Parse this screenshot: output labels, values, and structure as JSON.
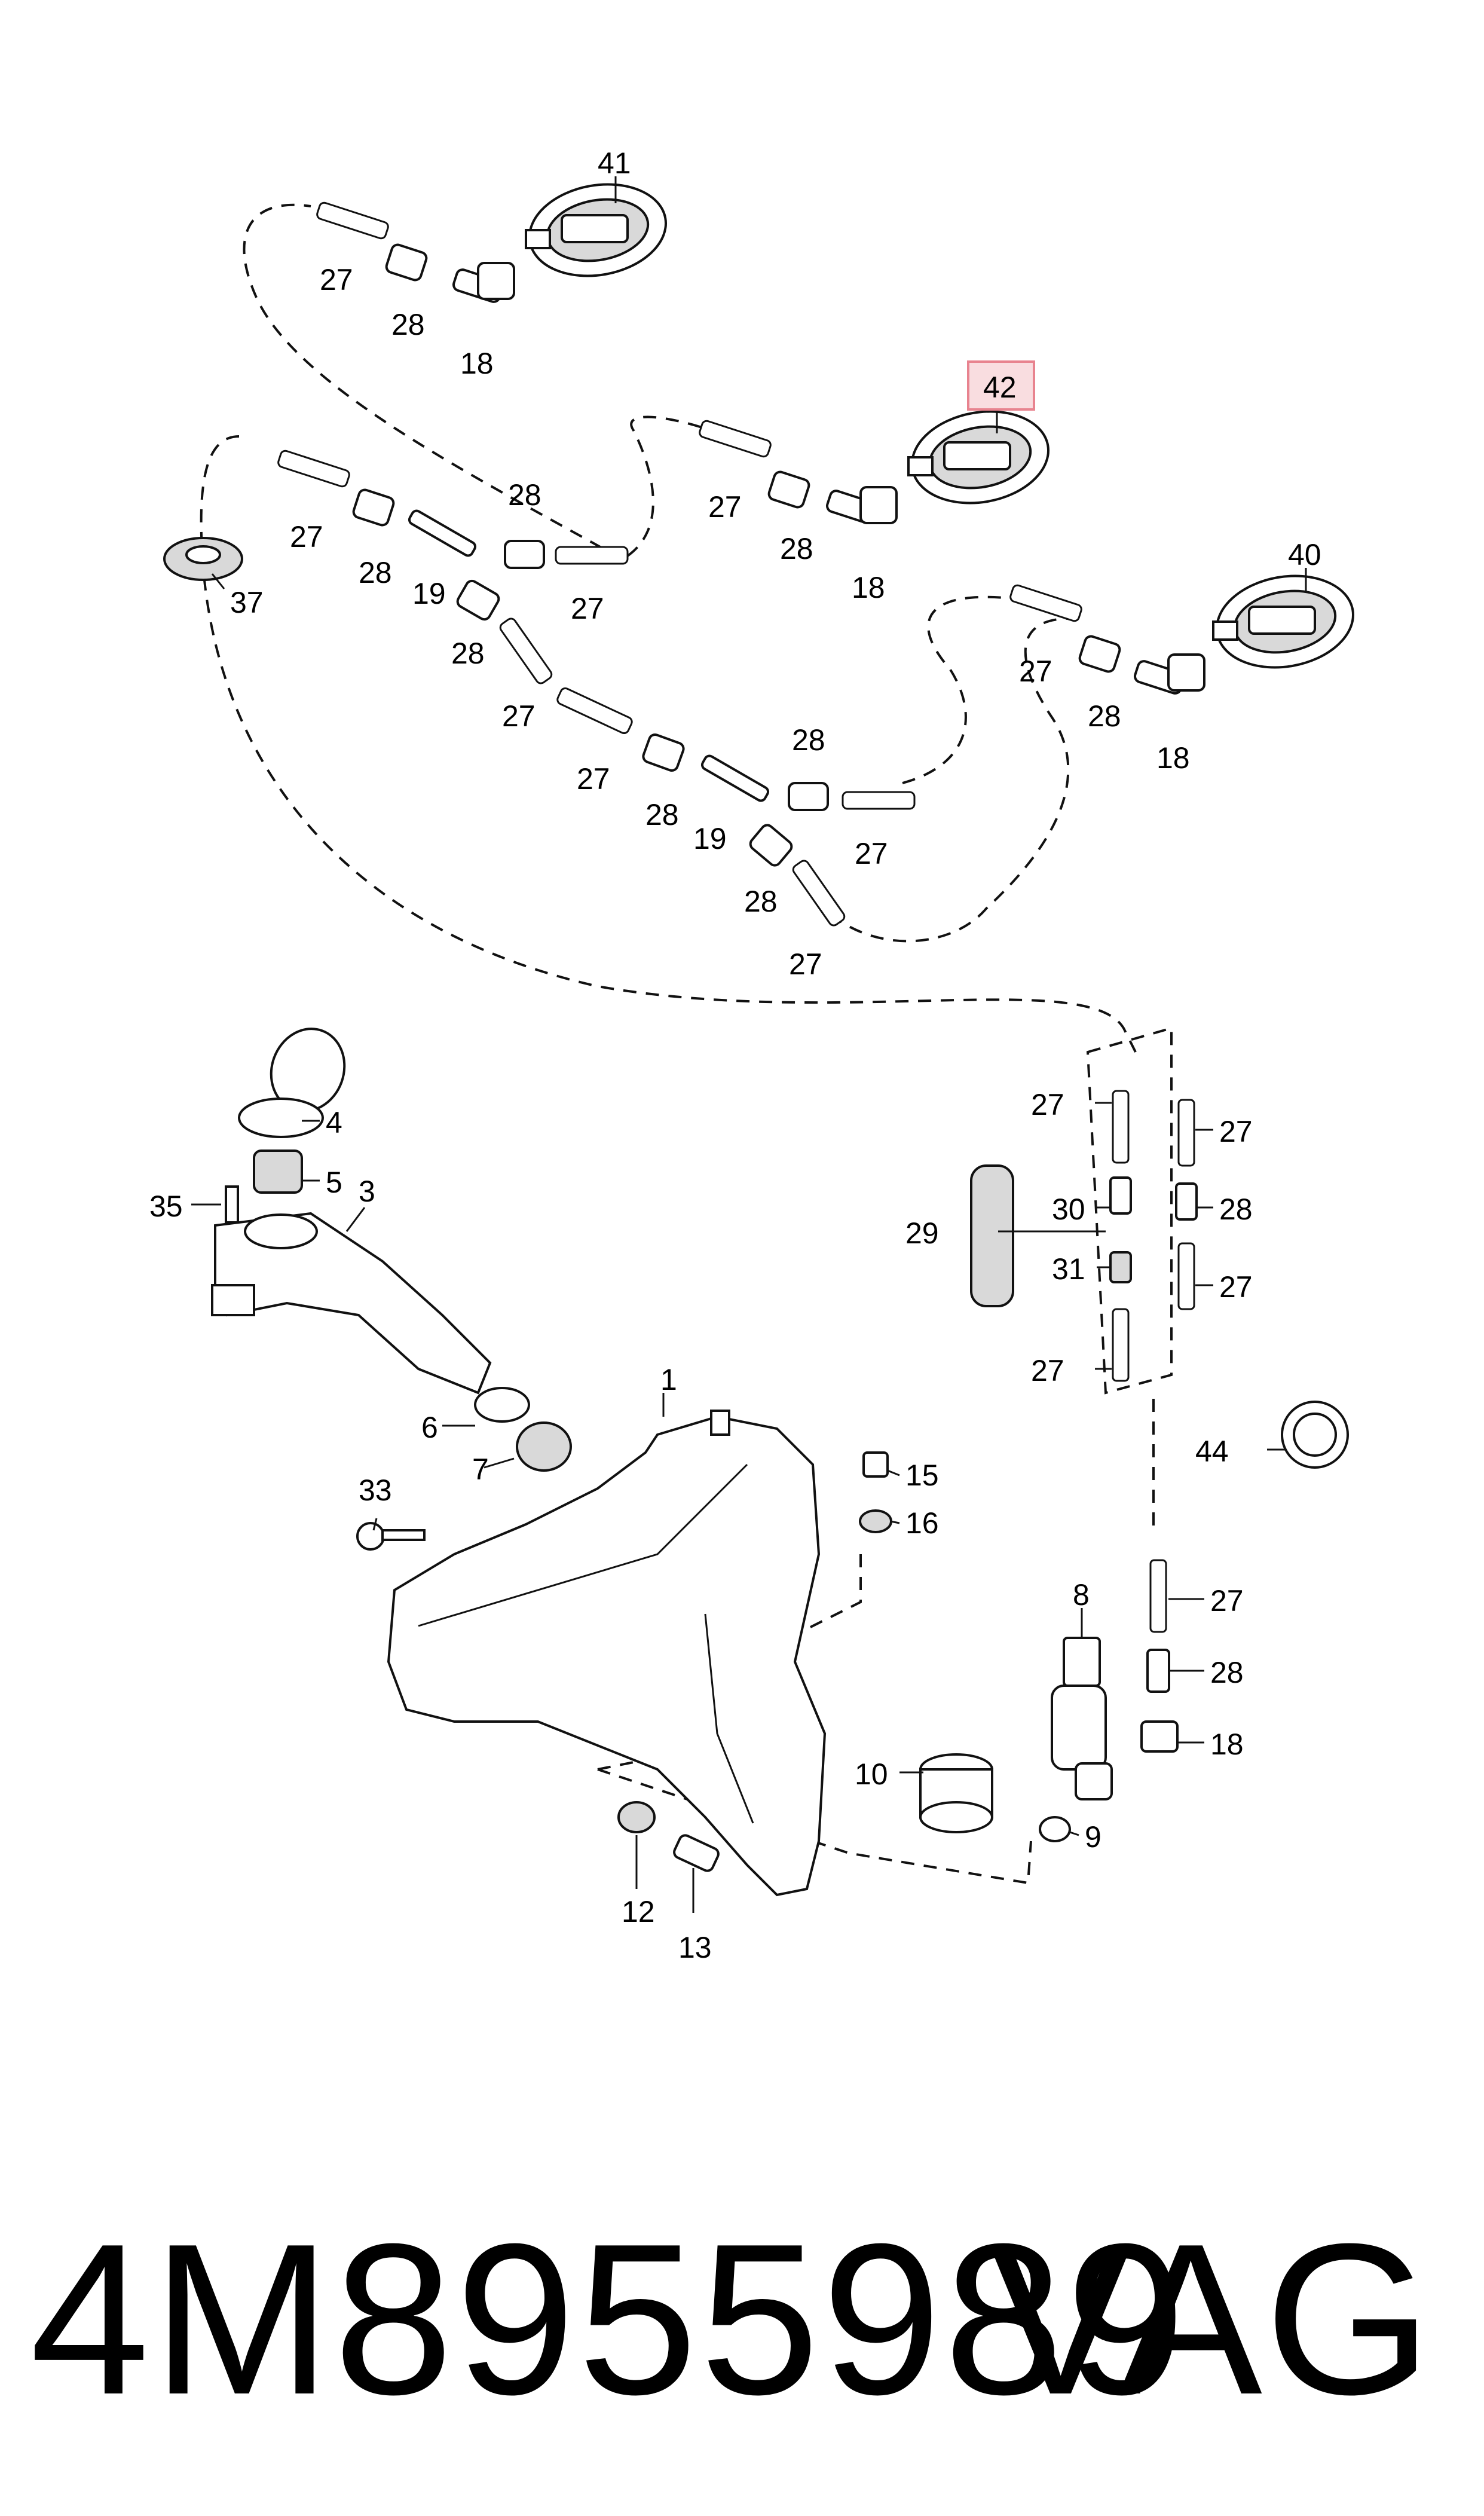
{
  "callouts": {
    "c41": "41",
    "c42": "42",
    "c40": "40",
    "c37": "37",
    "c27": "27",
    "c28": "28",
    "c18": "18",
    "c19": "19",
    "c29": "29",
    "c30": "30",
    "c31": "31",
    "c44": "44",
    "c35": "35",
    "c3": "3",
    "c4": "4",
    "c5": "5",
    "c6": "6",
    "c7": "7",
    "c1": "1",
    "c33": "33",
    "c15": "15",
    "c16": "16",
    "c8": "8",
    "c10": "10",
    "c9": "9",
    "c12": "12",
    "c13": "13"
  },
  "highlighted_callout": "42",
  "footer": {
    "part_number": "4M8955989",
    "brand": "VAG"
  }
}
